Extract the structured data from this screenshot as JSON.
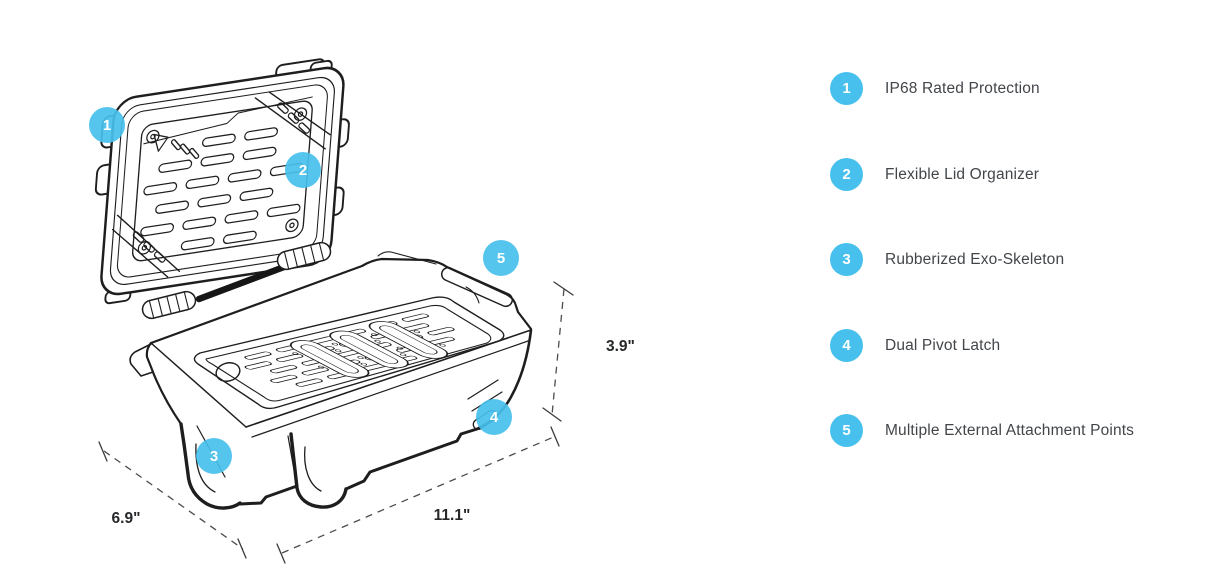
{
  "accent_color": "#47C0ED",
  "line_color": "#1e1e1e",
  "features": [
    {
      "number": "1",
      "label": "IP68 Rated Protection"
    },
    {
      "number": "2",
      "label": "Flexible Lid Organizer"
    },
    {
      "number": "3",
      "label": "Rubberized Exo-Skeleton"
    },
    {
      "number": "4",
      "label": "Dual Pivot Latch"
    },
    {
      "number": "5",
      "label": "Multiple External Attachment Points"
    }
  ],
  "dimensions": {
    "depth": "6.9\"",
    "length": "11.1\"",
    "height": "3.9\""
  }
}
